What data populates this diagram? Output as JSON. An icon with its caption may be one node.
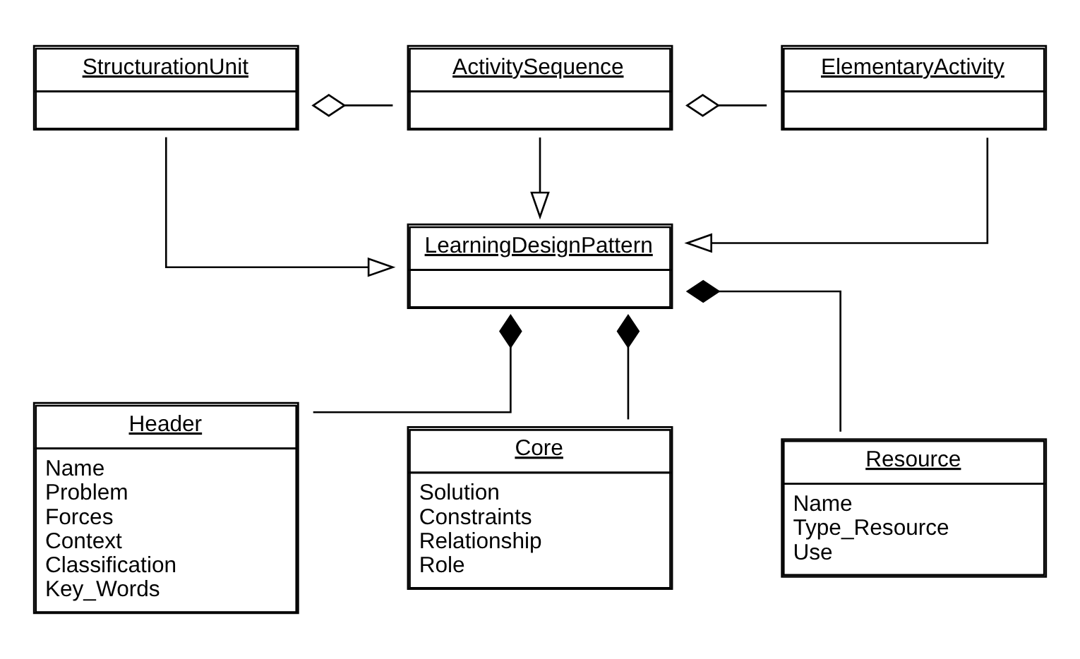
{
  "diagram": {
    "nodes": [
      {
        "text": [
          "StructurationUnit"
        ]
      },
      {
        "text": [
          "ActivitySequence"
        ]
      },
      {
        "text": [
          "ElementaryActivity"
        ]
      },
      {
        "text": [
          "LearningDesignPattern"
        ]
      },
      {
        "text": [
          "Header",
          "Name",
          "Problem",
          "Forces",
          "Context",
          "Classification",
          "Key_Words"
        ]
      },
      {
        "text": [
          "Core",
          "Solution",
          "Constraints",
          "Relationship",
          "Role"
        ]
      },
      {
        "text": [
          "Resource",
          "Name",
          "Type_Resource",
          "Use"
        ]
      }
    ],
    "edges": [
      {
        "from": 1,
        "to": 0,
        "arrow": "other"
      },
      {
        "from": 2,
        "to": 1,
        "arrow": "other"
      },
      {
        "from": 0,
        "to": 3,
        "arrow": "to"
      },
      {
        "from": 1,
        "to": 3,
        "arrow": "to"
      },
      {
        "from": 2,
        "to": 3,
        "arrow": "to"
      },
      {
        "from": 4,
        "to": 3,
        "arrow": "other"
      },
      {
        "from": 5,
        "to": 3,
        "arrow": "other"
      },
      {
        "from": 6,
        "to": 3,
        "arrow": "other"
      }
    ]
  }
}
